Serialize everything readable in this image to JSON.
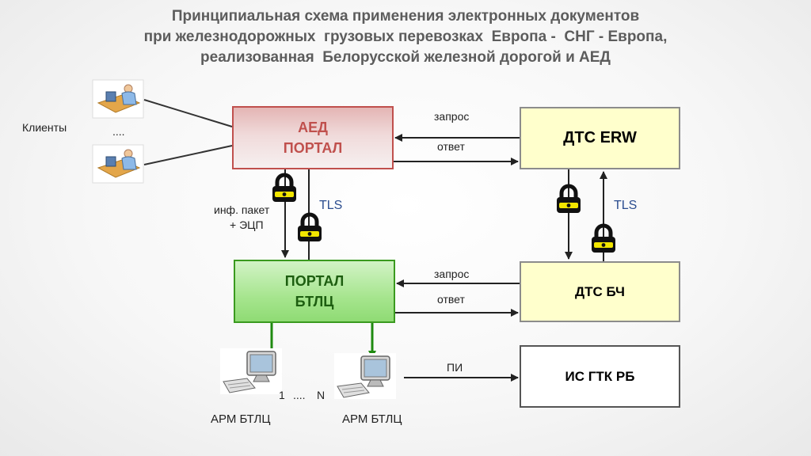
{
  "title": {
    "line1": "Принципиальная схема применения электронных документов",
    "line2": "при железнодорожных  грузовых перевозках  Европа -  СНГ - Европа,",
    "line3": "реализованная  Белорусской железной дорогой и АЕД"
  },
  "clients": {
    "label": "Клиенты",
    "ellipsis": "...."
  },
  "aed_portal": {
    "line1": "АЕД",
    "line2": "ПОРТАЛ"
  },
  "btlc_portal": {
    "line1": "ПОРТАЛ",
    "line2": "БТЛЦ"
  },
  "dts_erw": {
    "label": "ДТС ERW"
  },
  "dts_bch": {
    "label": "ДТС БЧ"
  },
  "is_gtk": {
    "label": "ИС ГТК РБ"
  },
  "links": {
    "top_request": "запрос",
    "top_response": "ответ",
    "mid_request": "запрос",
    "mid_response": "ответ",
    "pi": "ПИ",
    "tls_left": "TLS",
    "tls_right": "TLS",
    "inf_packet": "инф. пакет",
    "ecp": "+ ЭЦП"
  },
  "workstations": {
    "label_1": "АРМ БТЛЦ",
    "label_2": "АРМ БТЛЦ",
    "range_start": "1",
    "range_dots": "....",
    "range_end": "N"
  },
  "colors": {
    "aed_accent": "#c0504d",
    "btlc_accent": "#3a9a1f",
    "tls_text": "#2b4d8f",
    "yellow_box": "#ffffcc",
    "lock_yellow": "#f2e600"
  }
}
